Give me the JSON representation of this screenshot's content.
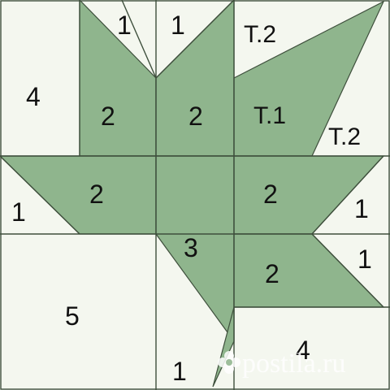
{
  "colors": {
    "background": "#f4f7ef",
    "leaf": "#8fb58d",
    "leaf_light": "#a9c9a6",
    "line": "#3e4f3c",
    "text": "#111111"
  },
  "labels": {
    "top_left_1": "1",
    "top_mid_1": "1",
    "top_right_t2": "T.2",
    "left_4": "4",
    "upper_left_leaf_2": "2",
    "upper_mid_leaf_2": "2",
    "upper_right_t1": "T.1",
    "right_t2": "T.2",
    "mid_left_leaf_2": "2",
    "mid_right_leaf_2": "2",
    "left_1": "1",
    "right_upper_1": "1",
    "stem_3": "3",
    "right_lower_1": "1",
    "lower_right_leaf_2": "2",
    "lower_left_5": "5",
    "bottom_right_4": "4",
    "bottom_1": "1"
  },
  "watermark": {
    "text": "postila.ru",
    "icon": "flower-icon"
  }
}
